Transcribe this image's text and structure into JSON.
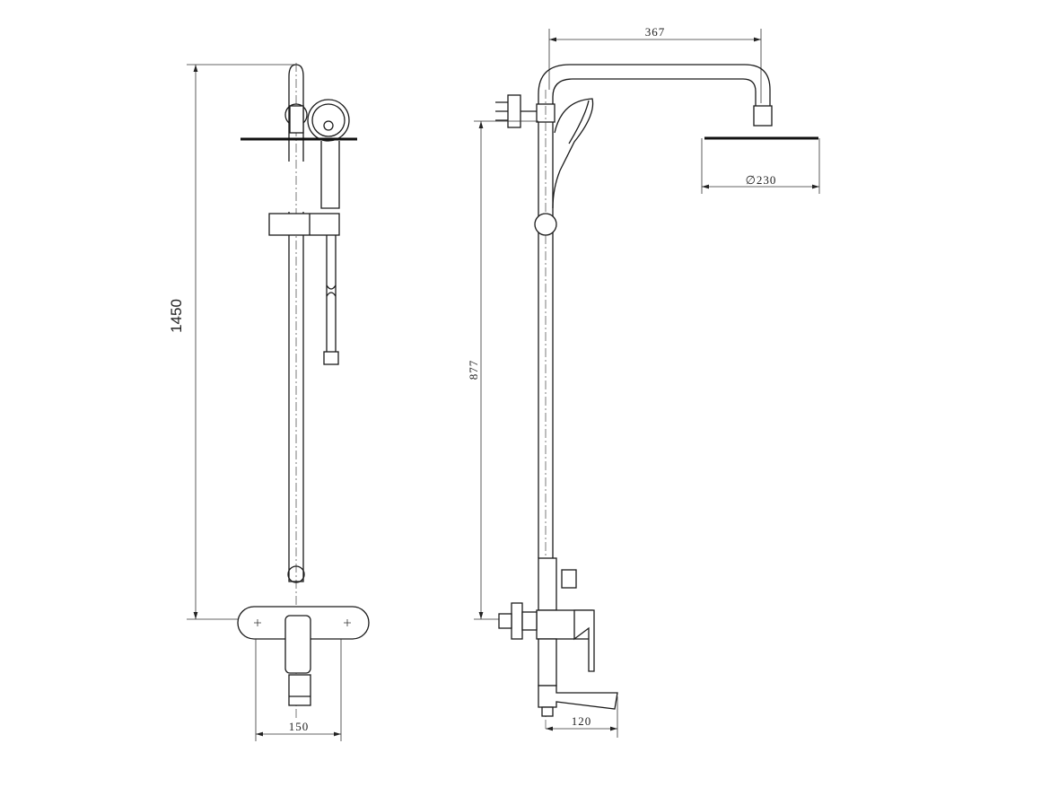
{
  "front_view": {
    "height_dimension": "1450",
    "mixer_width_dimension": "150"
  },
  "side_view": {
    "arm_length_dimension": "367",
    "head_diameter_dimension": "∅230",
    "mixer_height_dimension": "877",
    "spout_length_dimension": "120"
  },
  "colors": {
    "line": "#1a1a1a",
    "background": "#ffffff"
  }
}
